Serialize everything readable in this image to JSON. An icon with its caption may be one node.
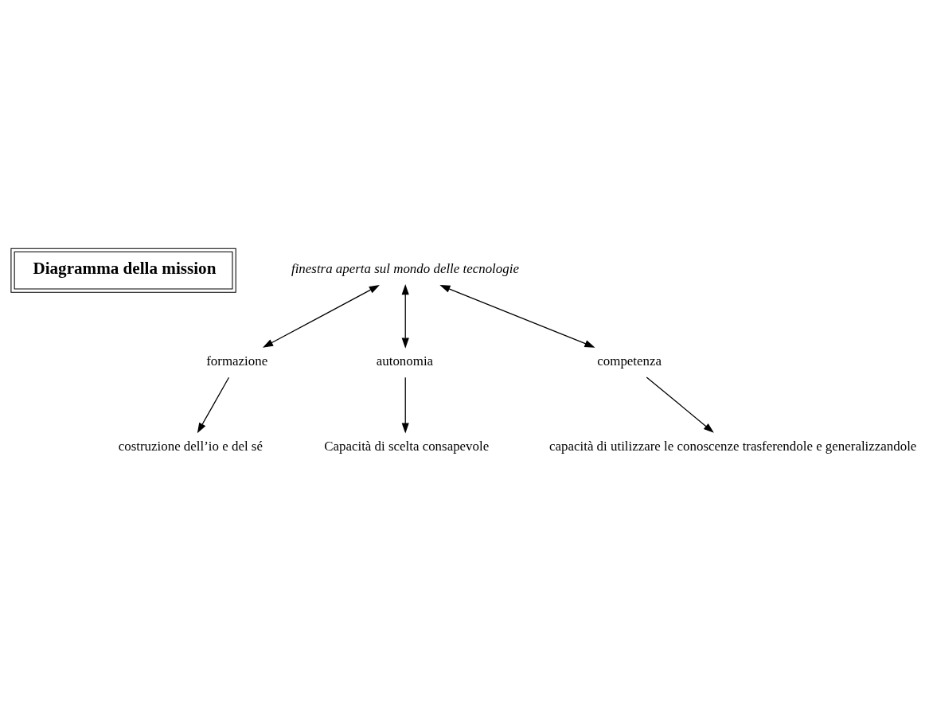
{
  "diagram": {
    "nodes": [
      {
        "text": [
          "Diagramma della mission"
        ]
      },
      {
        "text": [
          "finestra aperta sul mondo delle tecnologie"
        ]
      },
      {
        "text": [
          "formazione"
        ]
      },
      {
        "text": [
          "autonomia"
        ]
      },
      {
        "text": [
          "competenza"
        ]
      },
      {
        "text": [
          "costruzione dell’io e del sé"
        ]
      },
      {
        "text": [
          "capacità di utilizzare le conoscenze trasferendole e generalizzandole"
        ]
      },
      {
        "text": [
          "Capacità di scelta consapevole"
        ]
      }
    ],
    "edges": [
      {
        "from": 1,
        "to": 2,
        "arrow": "both"
      },
      {
        "from": 1,
        "to": 3,
        "arrow": "both"
      },
      {
        "from": 1,
        "to": 4,
        "arrow": "both"
      },
      {
        "from": 2,
        "to": 5,
        "arrow": "to"
      },
      {
        "from": 3,
        "to": 7,
        "arrow": "to"
      },
      {
        "from": 4,
        "to": 6,
        "arrow": "to"
      }
    ]
  }
}
